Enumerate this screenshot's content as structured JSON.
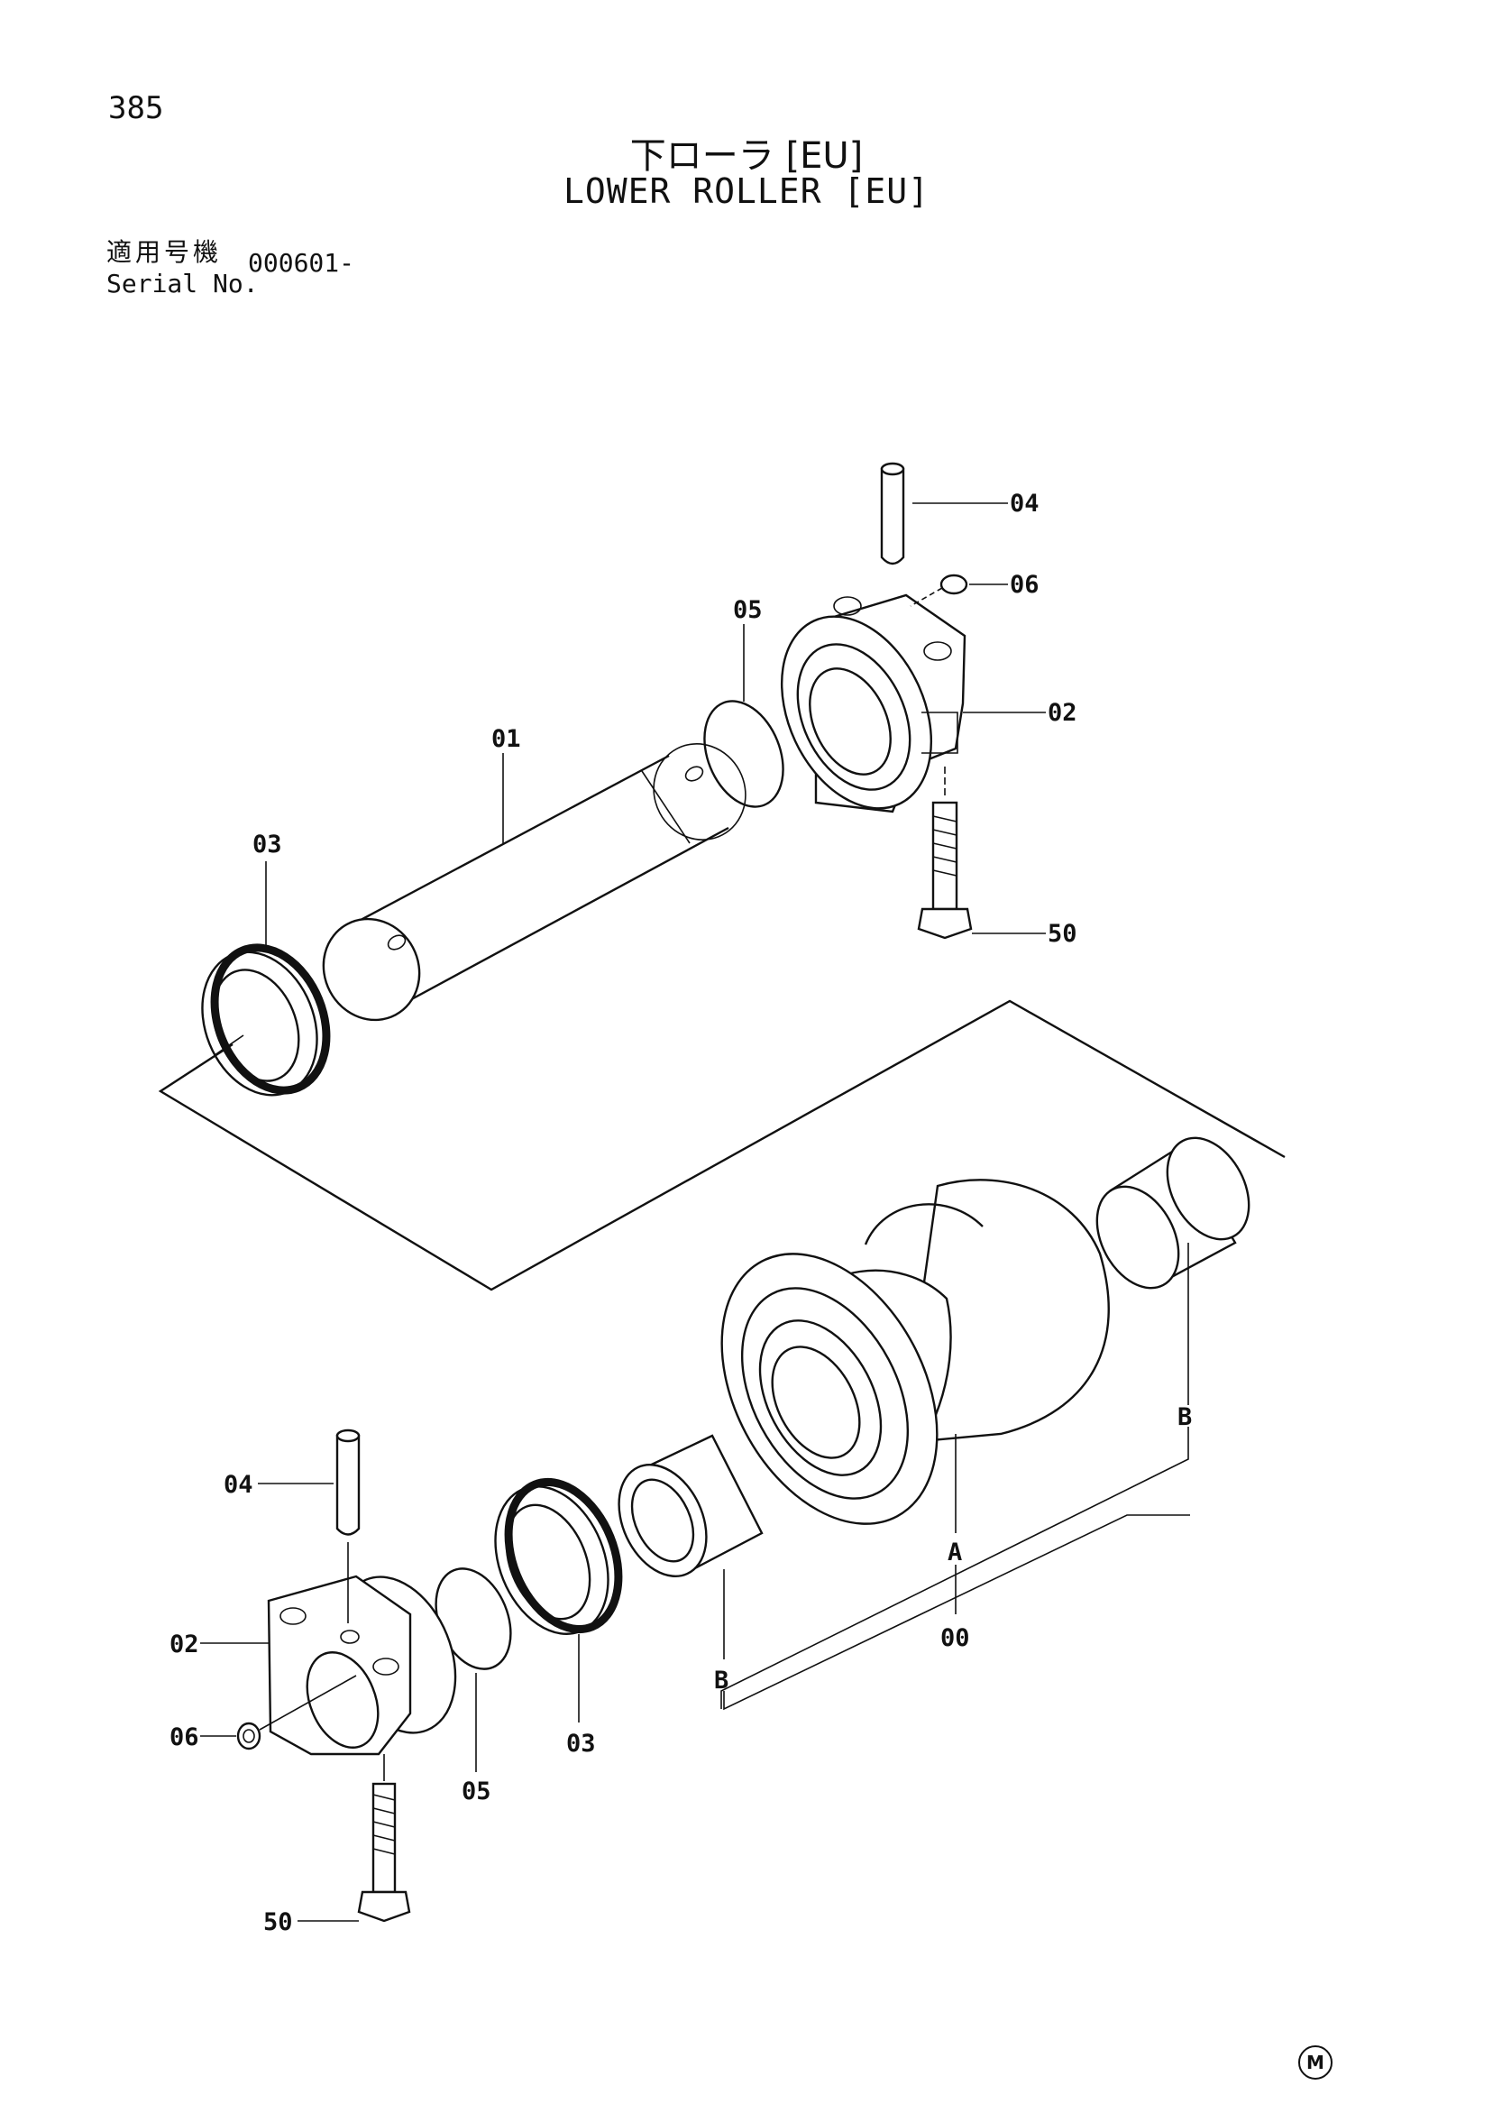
{
  "page": {
    "number": "385",
    "title_jp": "下ローラ [EU]",
    "title_en": "LOWER ROLLER [EU]"
  },
  "serial": {
    "label_jp": "適用号機",
    "label_en": "Serial No.",
    "value": "000601-"
  },
  "callouts": {
    "c01": "01",
    "c02_top": "02",
    "c03_top": "03",
    "c04_top": "04",
    "c05_top": "05",
    "c06_top": "06",
    "c50_top": "50",
    "c00": "00",
    "cA": "A",
    "cB_right": "B",
    "cB_left": "B",
    "c04_bottom": "04",
    "c02_bottom": "02",
    "c06_bottom": "06",
    "c05_bottom": "05",
    "c03_bottom": "03",
    "c50_bottom": "50"
  },
  "mark": "M"
}
